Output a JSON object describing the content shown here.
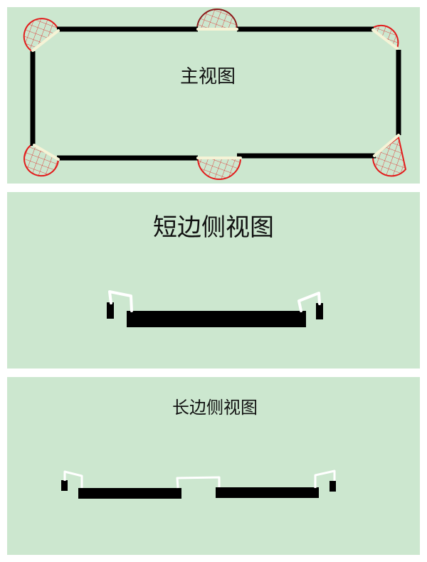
{
  "views": {
    "main": {
      "title": "主视图"
    },
    "short_side": {
      "title": "短边侧视图"
    },
    "long_side": {
      "title": "长边侧视图"
    }
  },
  "colors": {
    "panel_bg": "#cce7cf",
    "rail": "#000000",
    "cushion": "#f5f3d6",
    "net": "#e21b1b"
  }
}
